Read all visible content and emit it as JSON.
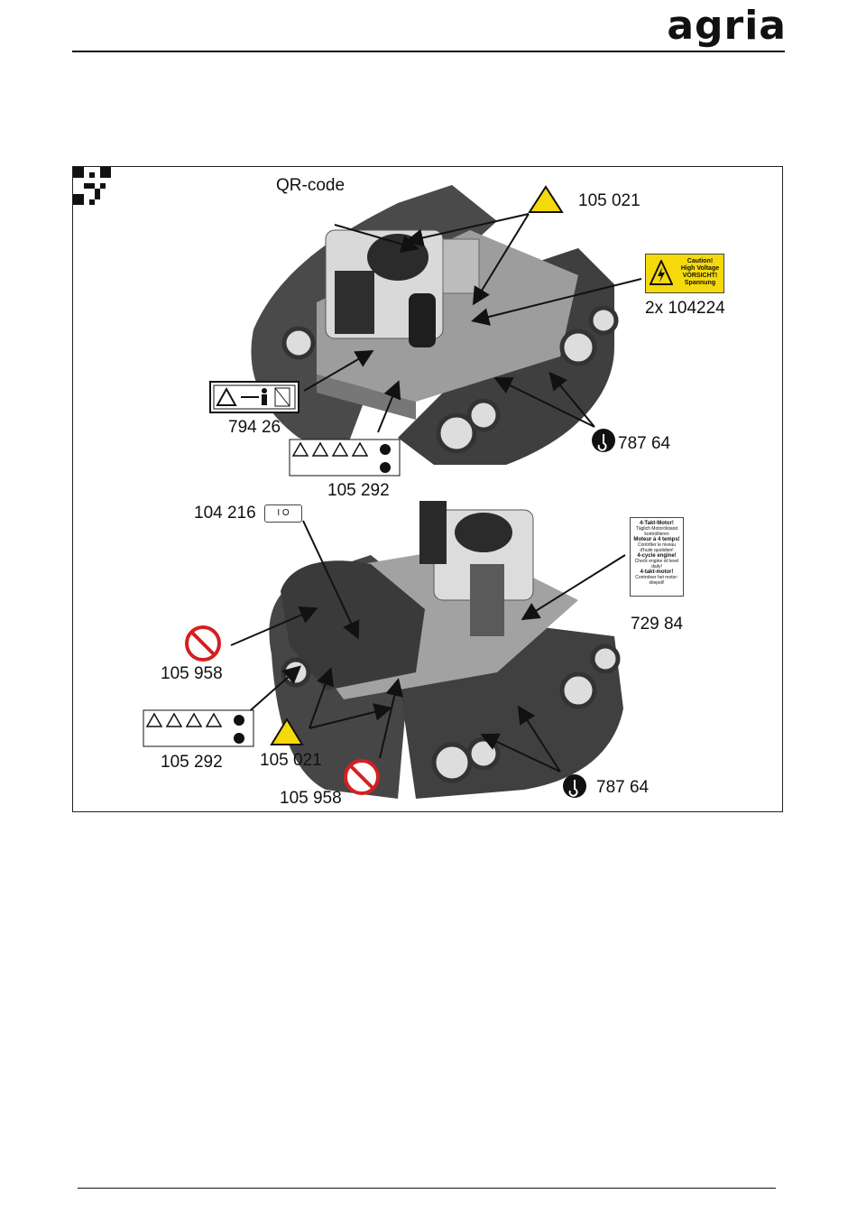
{
  "header": {
    "brand": "agria"
  },
  "labels": {
    "qr": "QR-code",
    "warn_hand_top": "105 021",
    "high_voltage": "2x 104224",
    "sign_distance": "794 26",
    "pictograms_top": "105 292",
    "lift_top": "787 64",
    "switch": "104 216",
    "four_stroke": "729 84",
    "no_spray_left": "105 958",
    "pictograms_bottom": "105 292",
    "warn_hand_bottom": "105 021",
    "no_spray_bottom": "105 958",
    "lift_bottom": "787 64"
  },
  "stickers": {
    "caution_lines": [
      "Caution!",
      "High Voltage",
      "VORSICHT!",
      "Spannung"
    ],
    "four_stroke_lines": [
      "4-Takt-Motor!",
      "Täglich Motorölstand",
      "kontrollieren",
      "Moteur à 4 temps!",
      "Contrôler le niveau",
      "d'huile quotidien!",
      "4-cycle engine!",
      "Check engine oil level",
      "daily!",
      "4-takt-motor!",
      "Controleer het motor-",
      "oliepeil!"
    ],
    "switch_marks": "I   O"
  },
  "colors": {
    "warning_yellow": "#f5d90a",
    "prohibition_red": "#d42020",
    "machine_gray": "#8a8a8a",
    "track_dark": "#3a3a3a"
  },
  "icons": [
    "qr-code-icon",
    "hand-crush-warning-icon",
    "high-voltage-icon",
    "lifting-point-icon",
    "no-spray-icon",
    "safety-pictogram-strip"
  ]
}
